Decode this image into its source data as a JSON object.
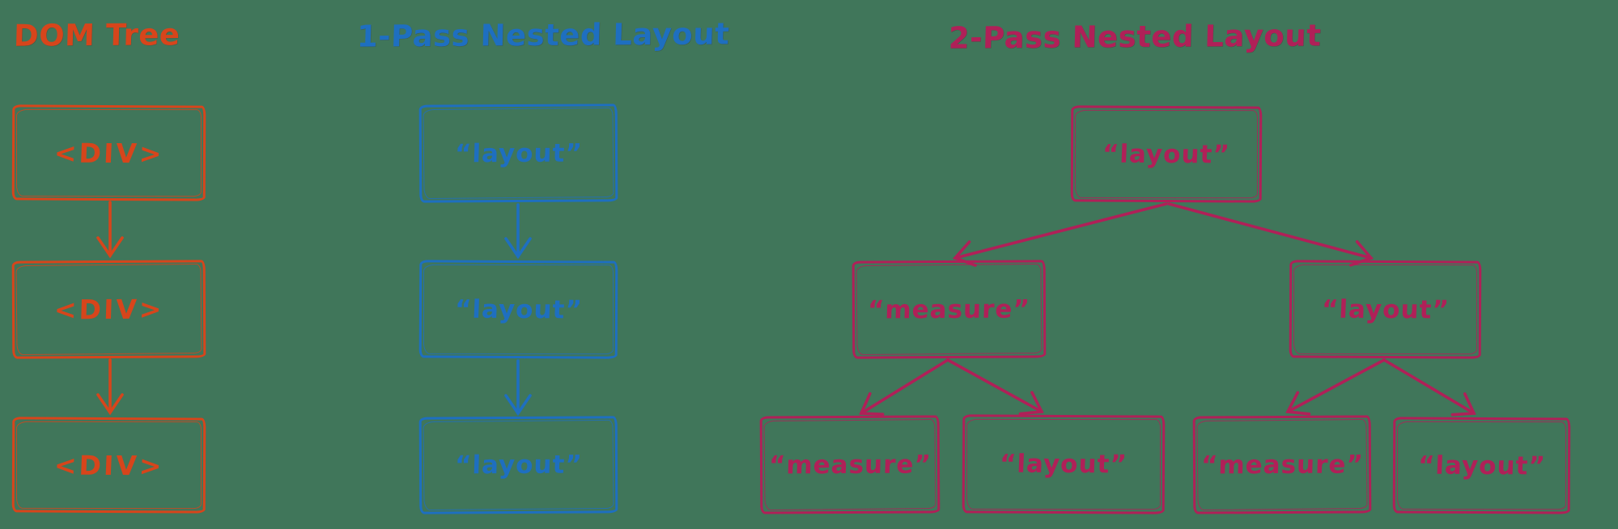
{
  "titles": {
    "dom_tree": "DOM Tree",
    "one_pass": "1-Pass Nested Layout",
    "two_pass": "2-Pass Nested Layout"
  },
  "dom_tree": {
    "box1": "<DIV>",
    "box2": "<DIV>",
    "box3": "<DIV>"
  },
  "one_pass": {
    "box1": "“layout”",
    "box2": "“layout”",
    "box3": "“layout”"
  },
  "two_pass": {
    "root": "“layout”",
    "left_child": "“measure”",
    "right_child": "“layout”",
    "leaf1": "“measure”",
    "leaf2": "“layout”",
    "leaf3": "“measure”",
    "leaf4": "“layout”"
  },
  "colors": {
    "orange": "#D7451B",
    "blue": "#1E6FC0",
    "pink": "#B02058",
    "canvas_background": "#40765A"
  }
}
